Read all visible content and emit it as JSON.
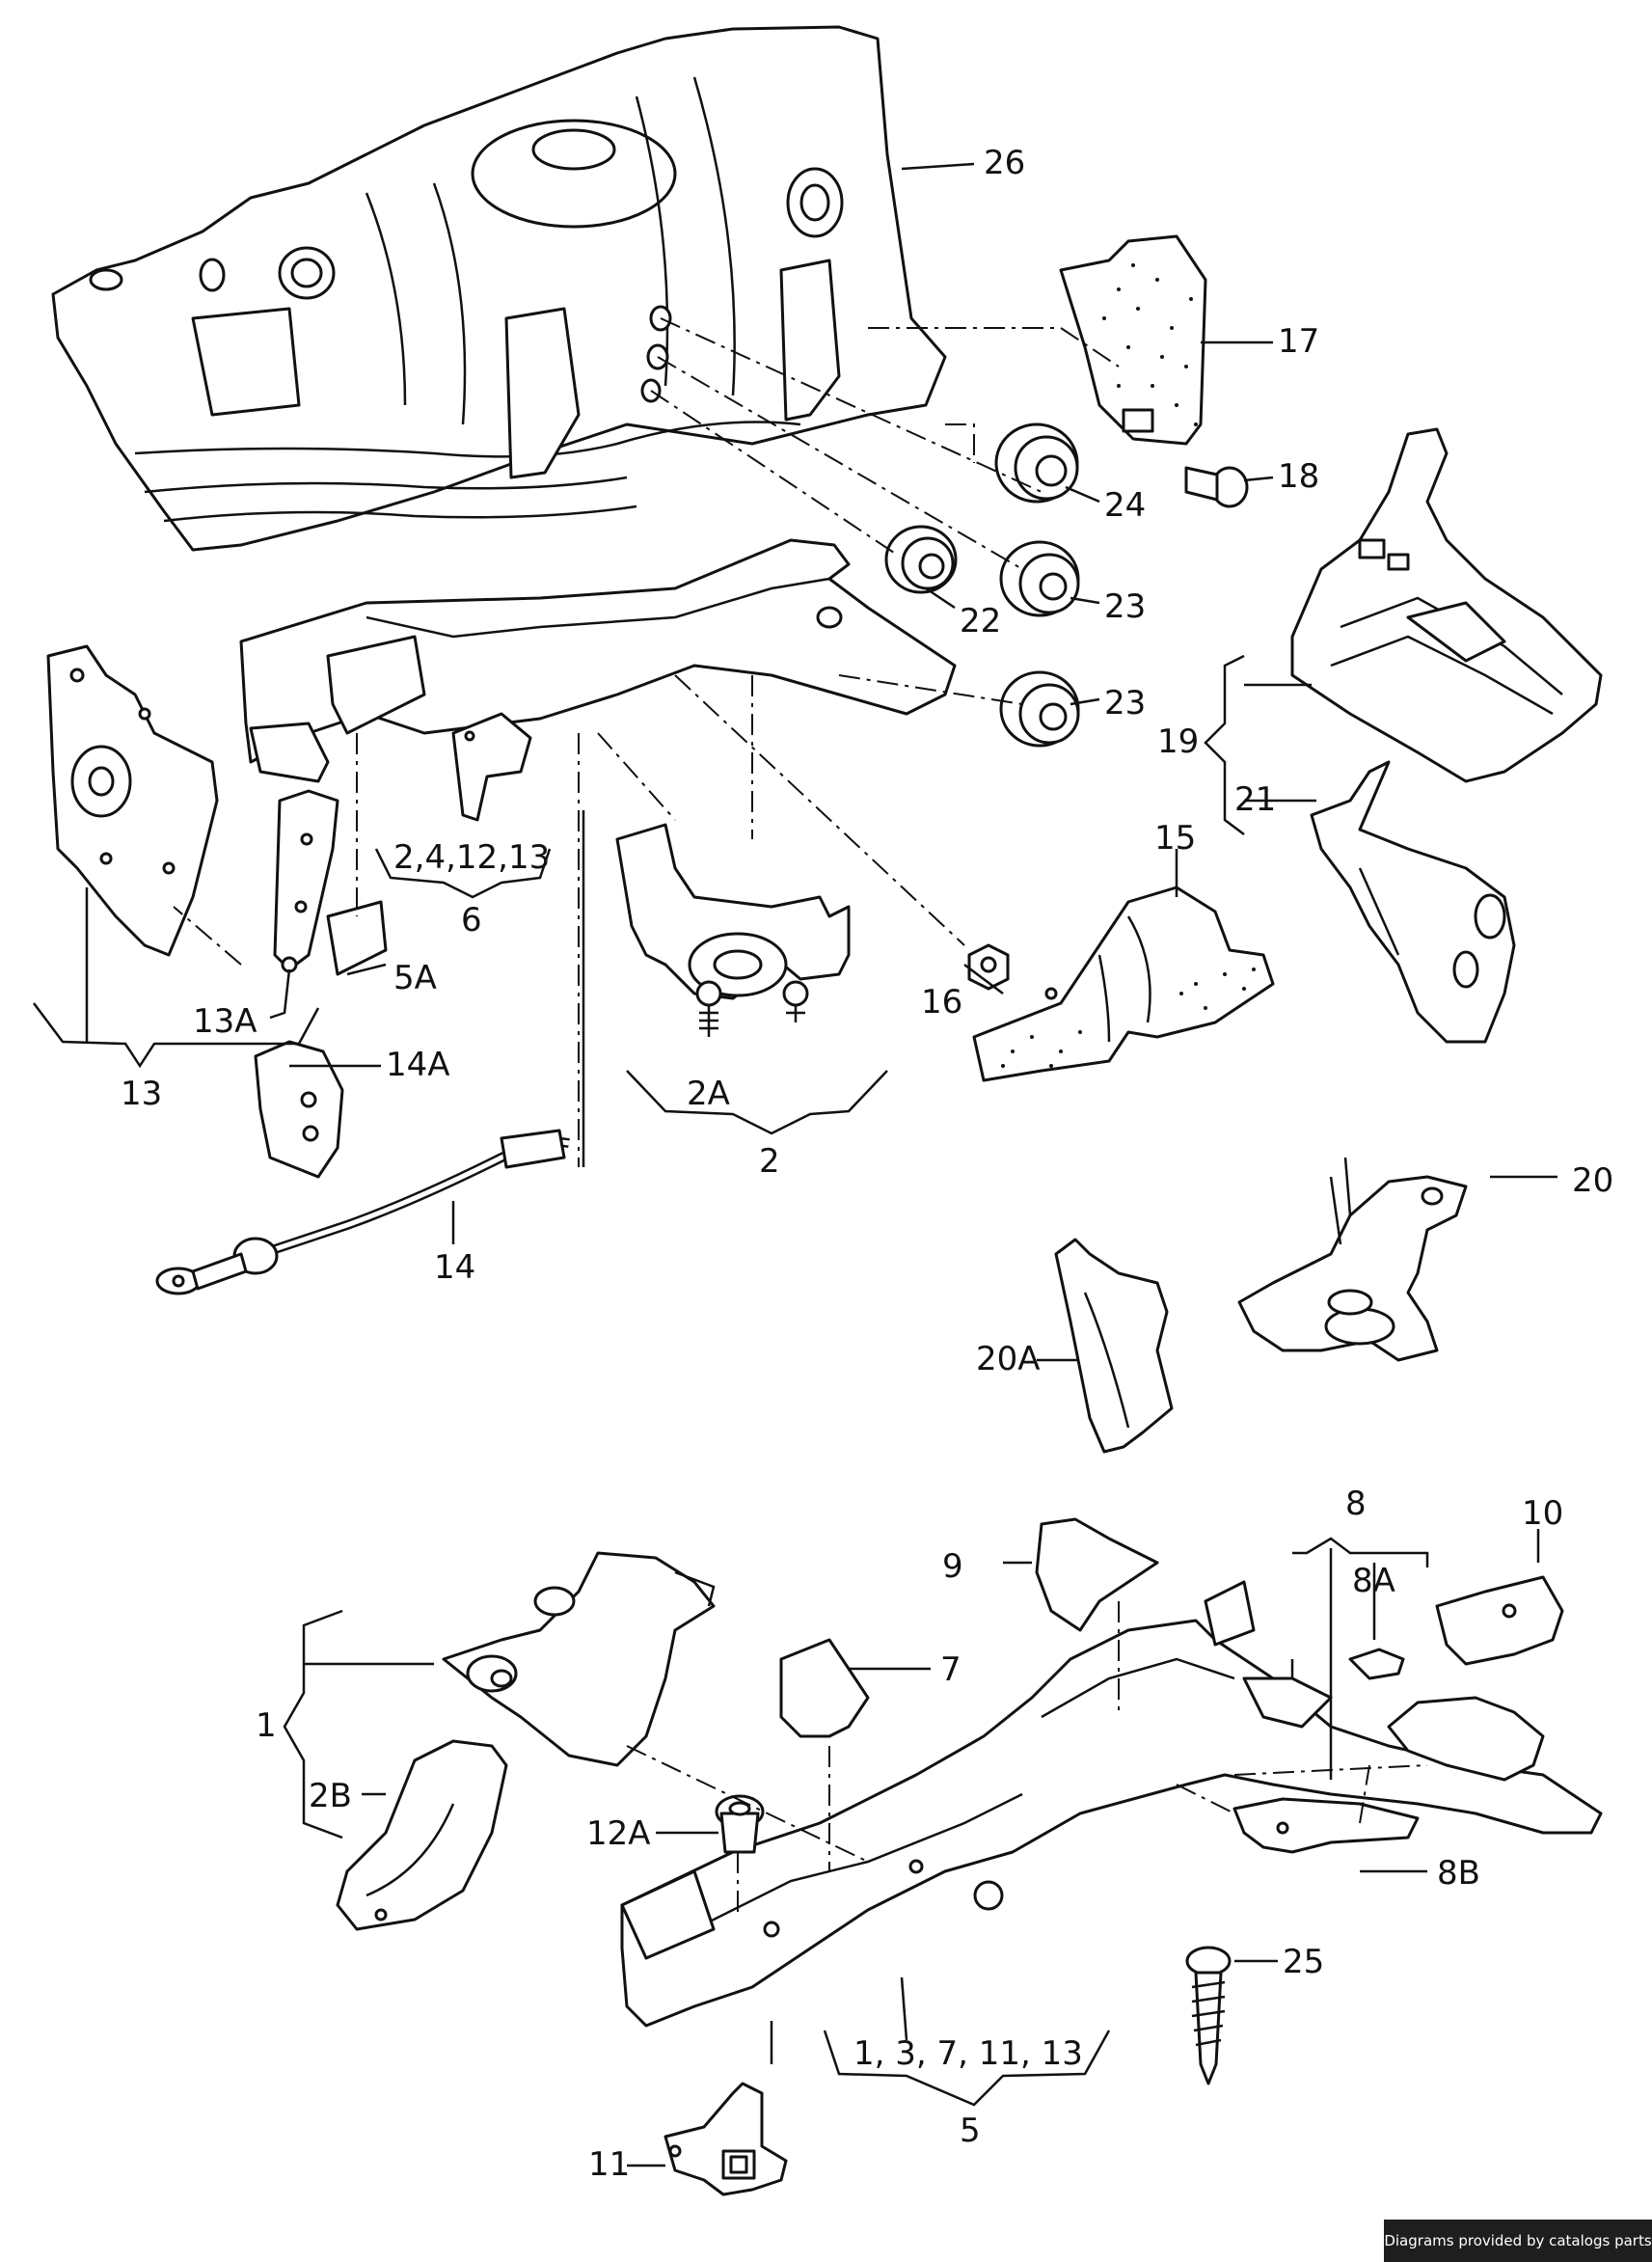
{
  "diagram": {
    "callouts": {
      "p26": "26",
      "p17": "17",
      "p18": "18",
      "p24": "24",
      "p22": "22",
      "p23a": "23",
      "p23b": "23",
      "p19": "19",
      "p21": "21",
      "p15": "15",
      "p16": "16",
      "p2_4_12_13": "2,4,12,13",
      "p6": "6",
      "p5A": "5A",
      "p13A": "13A",
      "p13": "13",
      "p14A": "14A",
      "p14": "14",
      "p2A": "2A",
      "p2": "2",
      "p20": "20",
      "p20A": "20A",
      "p8": "8",
      "p8A": "8A",
      "p10": "10",
      "p9": "9",
      "p7": "7",
      "p1": "1",
      "p2B": "2B",
      "p12A": "12A",
      "p8B": "8B",
      "p25": "25",
      "p1_3_7_11_13": "1, 3, 7, 11, 13",
      "p5": "5",
      "p11": "11"
    }
  },
  "footer": {
    "credit": "Diagrams provided by catalogs parts"
  }
}
